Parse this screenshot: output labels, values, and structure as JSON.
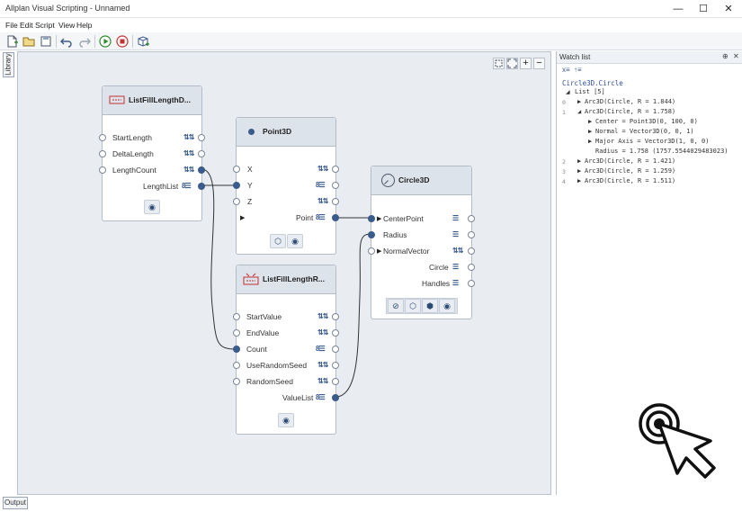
{
  "window": {
    "title": "Allplan Visual Scripting - Unnamed",
    "minimize": "—",
    "maximize": "☐",
    "close": "✕"
  },
  "menu": [
    "File",
    "Edit",
    "Script",
    "View",
    "Help"
  ],
  "toolbar": {
    "icons": [
      "new-file-icon",
      "open-folder-icon",
      "save-icon",
      "undo-icon",
      "redo-icon",
      "run-icon",
      "stop-icon",
      "add-package-icon"
    ]
  },
  "library_tab": "Library",
  "output_tab": "Output",
  "zoom_controls": {
    "plus": "+",
    "minus": "−"
  },
  "nodes": {
    "list_fill_length_d": {
      "title": "ListFillLengthD...",
      "inputs": [
        "StartLength",
        "DeltaLength",
        "LengthCount"
      ],
      "output": "LengthList"
    },
    "point3d": {
      "title": "Point3D",
      "inputs": [
        "X",
        "Y",
        "Z"
      ],
      "output": "Point"
    },
    "list_fill_length_r": {
      "title": "ListFillLengthR...",
      "inputs": [
        "StartValue",
        "EndValue",
        "Count",
        "UseRandomSeed",
        "RandomSeed"
      ],
      "output": "ValueList"
    },
    "circle3d": {
      "title": "Circle3D",
      "inputs": [
        "CenterPoint",
        "Radius",
        "NormalVector"
      ],
      "outputs": [
        "Circle",
        "Handles"
      ]
    }
  },
  "watch": {
    "title": "Watch list",
    "pin": "⊕",
    "close": "✕",
    "root": "Circle3D.Circle",
    "list_label": "List [5]",
    "items": [
      {
        "index": "0",
        "text": "Arc3D(Circle, R = 1.844)",
        "expanded": false
      },
      {
        "index": "1",
        "text": "Arc3D(Circle, R = 1.758)",
        "expanded": true
      },
      {
        "index": "",
        "text": "Center = Point3D(0, 100, 0)",
        "expanded": false
      },
      {
        "index": "",
        "text": "Normal = Vector3D(0, 0, 1)",
        "expanded": false
      },
      {
        "index": "",
        "text": "Major Axis = Vector3D(1, 0, 0)",
        "expanded": false
      },
      {
        "index": "",
        "text": "Radius = 1.758 (1757.5544029483023)",
        "expanded": false
      },
      {
        "index": "2",
        "text": "Arc3D(Circle, R = 1.421)",
        "expanded": false
      },
      {
        "index": "3",
        "text": "Arc3D(Circle, R = 1.259)",
        "expanded": false
      },
      {
        "index": "4",
        "text": "Arc3D(Circle, R = 1.511)",
        "expanded": false
      }
    ]
  },
  "colors": {
    "accent": "#3a5b8c",
    "canvas": "#e9ecf0",
    "node_header": "#dde3eb"
  }
}
